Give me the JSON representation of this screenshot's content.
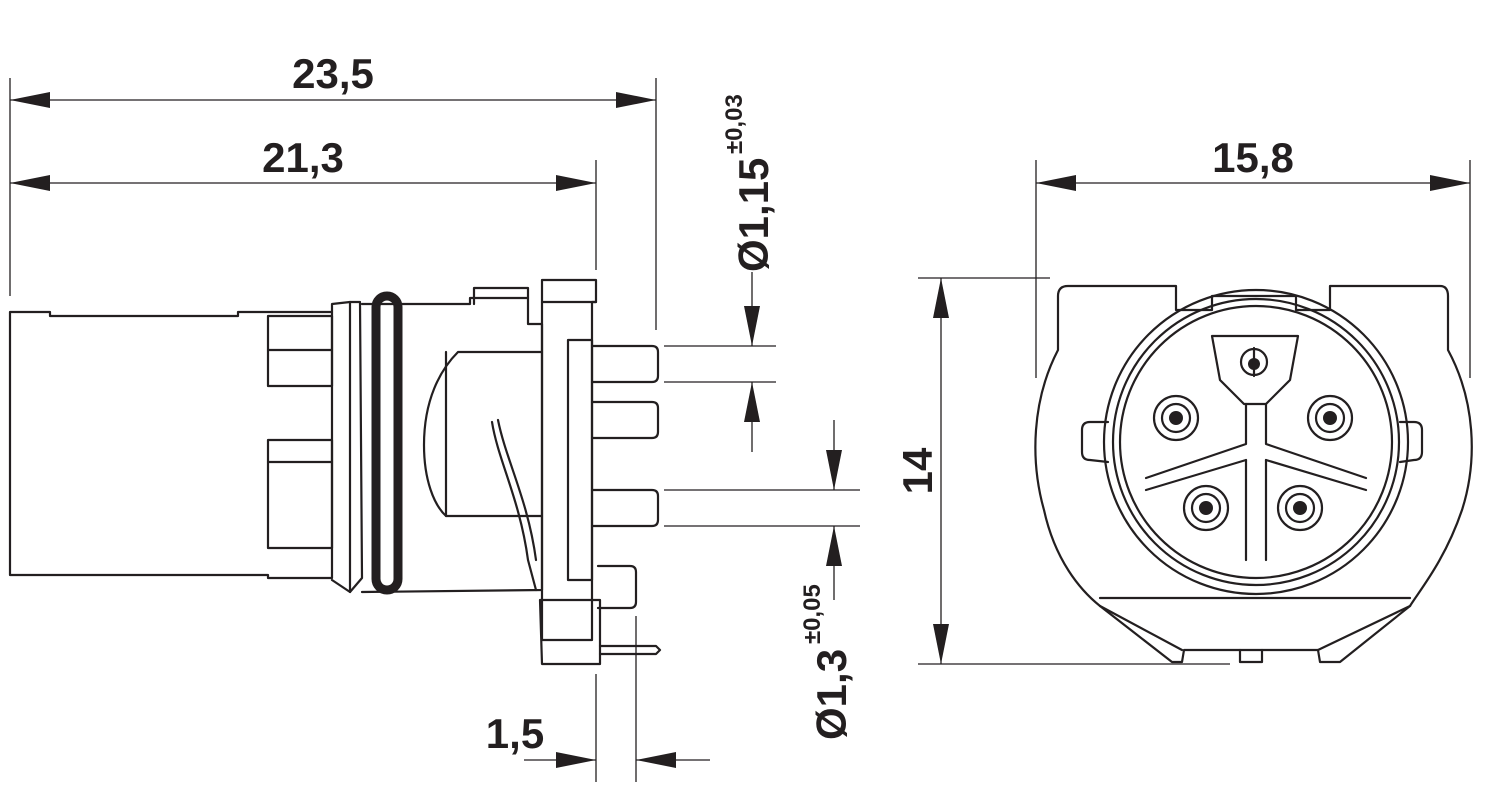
{
  "dimensions": {
    "overall_length": "23,5",
    "body_length": "21,3",
    "pin_diameter_small": {
      "value": "Ø1,15",
      "tolerance": "±0,03"
    },
    "pin_diameter_large": {
      "value": "Ø1,3",
      "tolerance": "±0,05"
    },
    "pin_offset": "1,5",
    "front_width": "15,8",
    "front_height": "14"
  },
  "colors": {
    "line": "#231f20",
    "background": "#ffffff"
  }
}
